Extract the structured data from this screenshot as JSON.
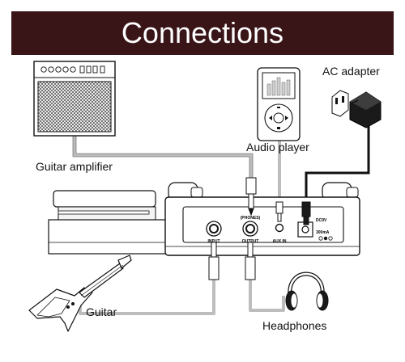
{
  "header": {
    "title": "Connections"
  },
  "labels": {
    "guitar_amplifier": "Guitar amplifier",
    "audio_player": "Audio player",
    "ac_adapter": "AC adapter",
    "guitar": "Guitar",
    "headphones": "Headphones"
  },
  "device": {
    "input_label": "INPUT",
    "output_label": "OUTPUT",
    "phones_label": "(PHONES)",
    "aux_label": "AUX IN",
    "dc_label": "DC9V",
    "current_label": "300mA"
  },
  "colors": {
    "banner": "#3a1518",
    "banner_text": "#ffffff",
    "cable": "#bdbdbd",
    "line": "#111111"
  }
}
